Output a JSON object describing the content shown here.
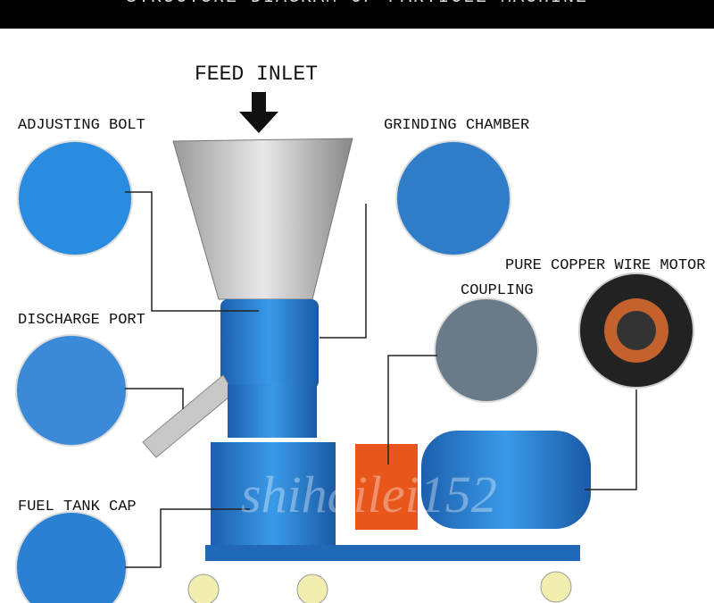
{
  "header": {
    "title": "STRUCTURE DIAGRAM OF PARTICLE MACHINE"
  },
  "labels": {
    "feed_inlet": "FEED INLET",
    "adjusting_bolt": "ADJUSTING BOLT",
    "grinding_chamber": "GRINDING CHAMBER",
    "pure_copper_wire_motor": "PURE COPPER WIRE MOTOR",
    "coupling": "COUPLING",
    "discharge_port": "DISCHARGE PORT",
    "fuel_tank_cap": "FUEL TANK CAP"
  },
  "watermark": "shihailei152",
  "colors": {
    "machine_blue": "#2a7fd0",
    "gearbox_orange": "#e8561c",
    "steel": "#c8c8c8"
  }
}
